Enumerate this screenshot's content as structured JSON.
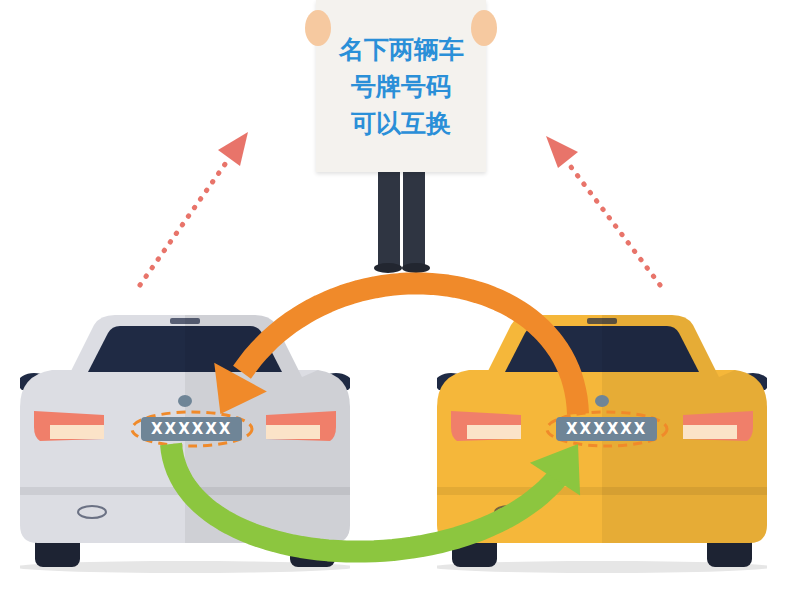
{
  "diagram": {
    "nodes": [
      {
        "text": [
          "名下两辆车 号牌号码 可以互换"
        ]
      },
      {
        "text": [
          "XXXXXX"
        ]
      },
      {
        "text": [
          "XXXXXX"
        ]
      }
    ],
    "edges": [
      {
        "from": 2,
        "to": 1,
        "arrow": "to"
      },
      {
        "from": 1,
        "to": 2,
        "arrow": "to"
      }
    ]
  }
}
